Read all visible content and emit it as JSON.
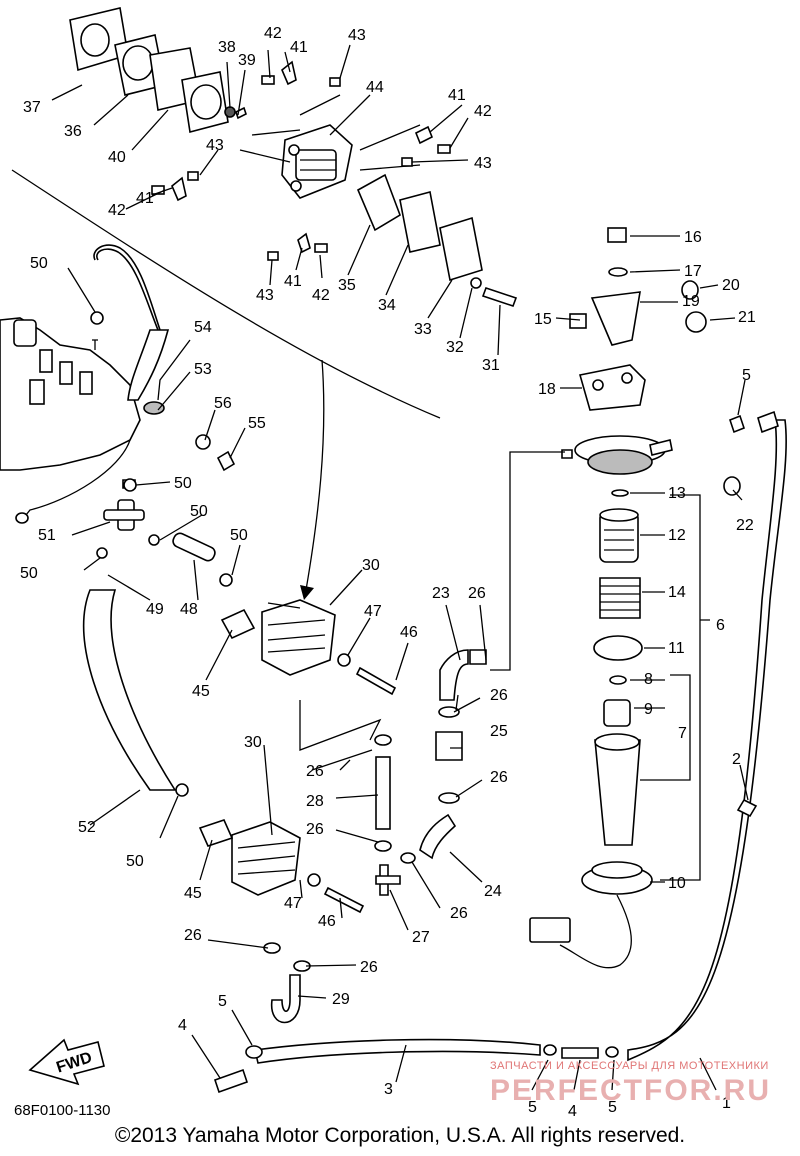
{
  "diagram": {
    "part_numbers": [
      "1",
      "2",
      "3",
      "4",
      "5",
      "6",
      "7",
      "8",
      "9",
      "10",
      "11",
      "12",
      "13",
      "14",
      "15",
      "16",
      "17",
      "18",
      "19",
      "20",
      "21",
      "22",
      "23",
      "24",
      "25",
      "26",
      "27",
      "28",
      "29",
      "30",
      "31",
      "32",
      "33",
      "34",
      "35",
      "36",
      "37",
      "38",
      "39",
      "40",
      "41",
      "42",
      "43",
      "44",
      "45",
      "46",
      "47",
      "48",
      "49",
      "50",
      "51",
      "52",
      "53",
      "54",
      "55",
      "56"
    ],
    "direction_label": "FWD",
    "diagram_code": "68F0100-1130",
    "copyright": "©2013 Yamaha Motor Corporation, U.S.A. All rights reserved.",
    "watermark_top": "ЗАПЧАСТИ И АКСЕССУАРЫ ДЛЯ МОТОТЕХНИКИ",
    "watermark_main": "PERFECTFOR.RU"
  }
}
